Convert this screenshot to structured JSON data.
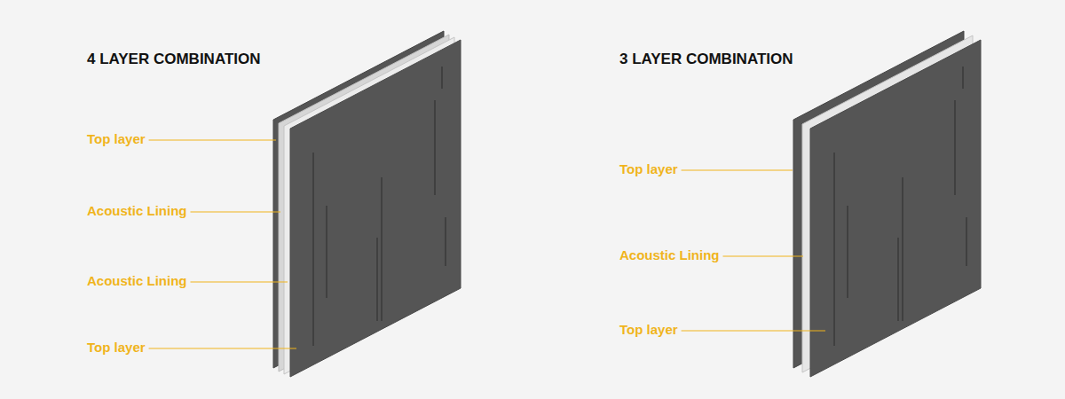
{
  "diagram": {
    "labels": [
      "4 LAYER COMBINATION",
      "Top layer",
      "Acoustic Lining",
      "Acoustic Lining",
      "Top layer",
      "3 LAYER COMBINATION",
      "Top layer",
      "Acoustic Lining",
      "Top layer"
    ]
  }
}
